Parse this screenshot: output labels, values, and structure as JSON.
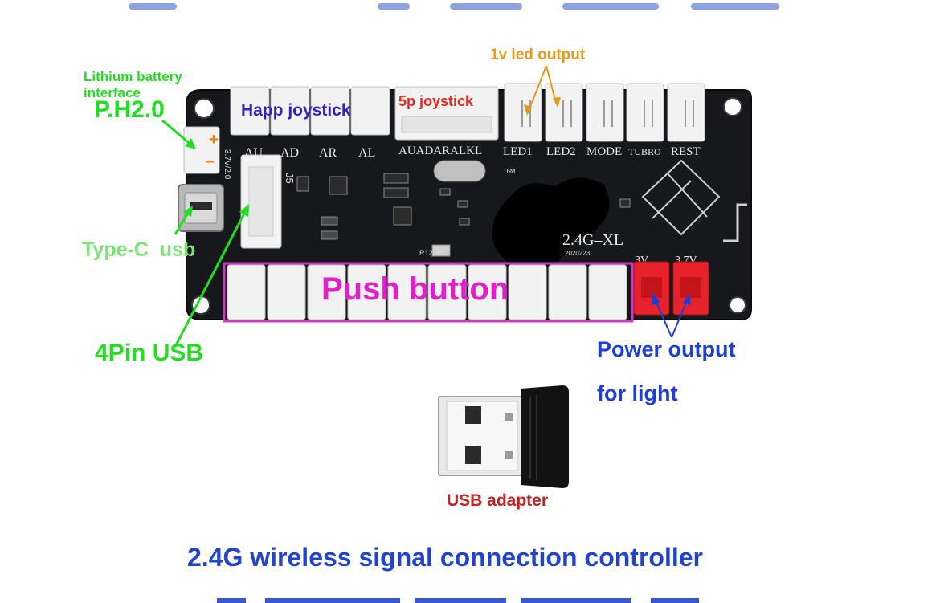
{
  "labels": {
    "lithium_battery": "Lithium battery\ninterface",
    "ph20": "P.H2.0",
    "happ_joystick": "Happ joystick",
    "five_p_joystick": "5p joystick",
    "one_v_led": "1v led output",
    "type_c_usb": "Type-C  usb",
    "four_pin_usb": "4Pin USB",
    "push_button": "Push button",
    "power_output": "Power output",
    "for_light": "for light",
    "usb_adapter": "USB adapter",
    "caption": "2.4G wireless signal connection controller"
  },
  "silkscreen": {
    "happ_pins": [
      "AU",
      "AD",
      "AR",
      "AL"
    ],
    "five_p_pins": "AUADARALKL",
    "led_pins": [
      "LED1",
      "LED2",
      "MODE",
      "TUBRO",
      "REST"
    ],
    "model": "2.4G–XL",
    "date_code": "2020223",
    "battery_marking": "3.7V/2.0",
    "j5": "J5",
    "r12_or": "R12   0R",
    "crystal": "16M",
    "v_marks": [
      "3V",
      "3.7V"
    ]
  },
  "colors": {
    "green_label": "#22dd22",
    "blue_label": "#1e3fd6",
    "purple_label": "#3a1fc0",
    "red_label": "#e8281e",
    "orange_label": "#e69a1c",
    "magenta_label": "#e020c8",
    "pcb": "#17181b",
    "connector_white": "#f2f2f2",
    "connector_red": "#e8222a"
  }
}
